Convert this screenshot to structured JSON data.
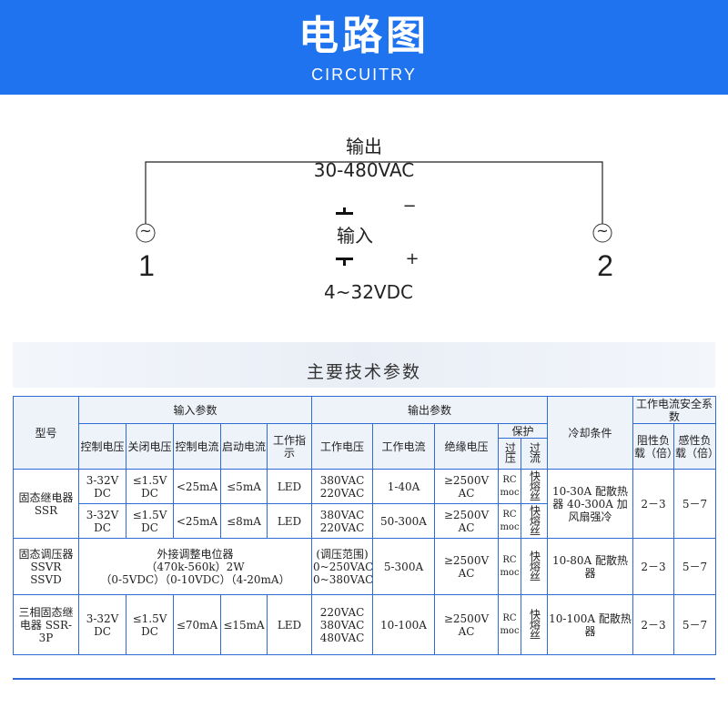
{
  "header": {
    "title": "电路图",
    "subtitle": "CIRCUITRY"
  },
  "circuit": {
    "output_label": "输出",
    "output_voltage": "30-480VAC",
    "input_label": "输入",
    "input_voltage": "4~32VDC",
    "minus": "−",
    "plus": "+",
    "terminal_1": "1",
    "terminal_2": "2",
    "ac_symbol": "~"
  },
  "spec": {
    "title": "主要技术参数",
    "headers": {
      "model": "型号",
      "input_params": "输入参数",
      "output_params": "输出参数",
      "cooling": "冷却条件",
      "safety": "工作电流安全系数",
      "ctrl_voltage": "控制电压",
      "off_voltage": "关闭电压",
      "ctrl_current": "控制电流",
      "start_current": "启动电流",
      "indicator": "工作指示",
      "work_voltage": "工作电压",
      "work_current": "工作电流",
      "insulation_voltage": "绝缘电压",
      "protection": "保护",
      "over_voltage": "过压",
      "over_current": "过流",
      "resistive_load": "阻性负载（倍）",
      "inductive_load": "感性负载（倍）"
    },
    "rows": {
      "ssr_model": "固态继电器 SSR",
      "ssr1": {
        "ctrl_voltage": "3-32V DC",
        "off_voltage": "≤1.5V DC",
        "ctrl_current": "<25mA",
        "start_current": "≤5mA",
        "indicator": "LED",
        "work_voltage": "380VAC 220VAC",
        "work_current": "1-40A",
        "insulation": "≥2500V AC",
        "over_voltage": "RC moc",
        "over_current": "快熔丝"
      },
      "ssr2": {
        "ctrl_voltage": "3-32V DC",
        "off_voltage": "≤1.5V DC",
        "ctrl_current": "<25mA",
        "start_current": "≤8mA",
        "indicator": "LED",
        "work_voltage": "380VAC 220VAC",
        "work_current": "50-300A",
        "insulation": "≥2500V AC",
        "over_voltage": "RC moc",
        "over_current": "快熔丝"
      },
      "ssr_cooling": "10-30A 配散热器 40-300A 加风扇强冷",
      "ssr_resistive": "2－3",
      "ssr_inductive": "5－7",
      "ssvr_model": "固态调压器 SSVR SSVD",
      "ssvr_input_line1": "外接调整电位器",
      "ssvr_input_line2": "（470k-560k）2W",
      "ssvr_input_line3": "（0-5VDC）（0-10VDC）（4-20mA）",
      "ssvr_work_voltage": "(调压范围) 0~250VAC 0~380VAC",
      "ssvr_work_current": "5-300A",
      "ssvr_insulation": "≥2500V AC",
      "ssvr_over_voltage": "RC moc",
      "ssvr_over_current": "快熔丝",
      "ssvr_cooling": "10-80A 配散热器",
      "ssvr_resistive": "2－3",
      "ssvr_inductive": "5－7",
      "ssr3p_model": "三相固态继电器 SSR-3P",
      "ssr3p": {
        "ctrl_voltage": "3-32V DC",
        "off_voltage": "≤1.5V DC",
        "ctrl_current": "≤70mA",
        "start_current": "≤15mA",
        "indicator": "LED",
        "work_voltage": "220VAC 380VAC 480VAC",
        "work_current": "10-100A",
        "insulation": "≥2500V AC",
        "over_voltage": "RC moc",
        "over_current": "快熔丝"
      },
      "ssr3p_cooling": "10-100A 配散热器",
      "ssr3p_resistive": "2－3",
      "ssr3p_inductive": "5－7"
    }
  },
  "colors": {
    "header_bg": "#1f73ef",
    "table_border": "#2f6bd4"
  }
}
